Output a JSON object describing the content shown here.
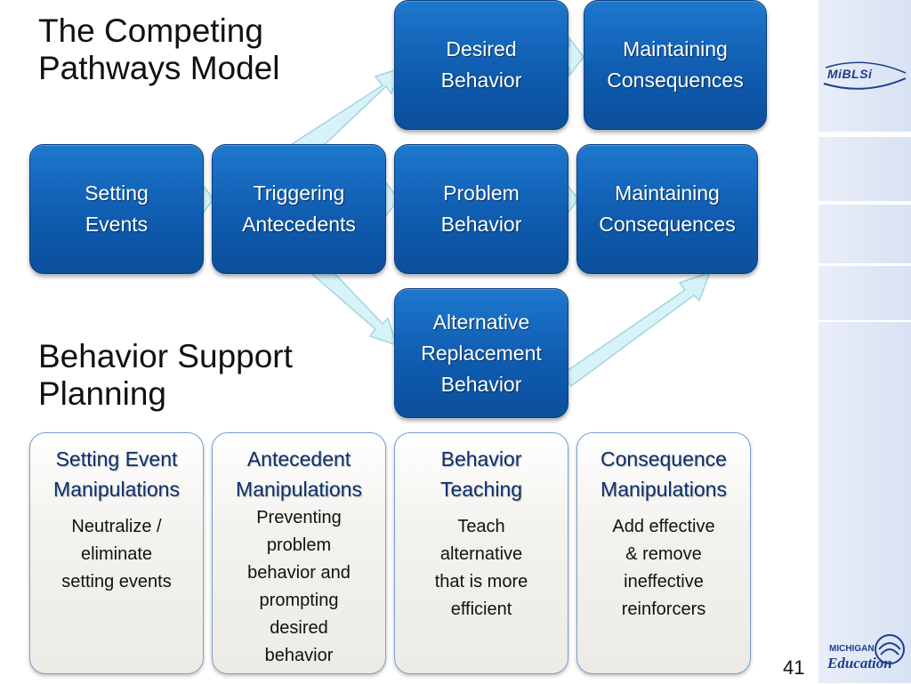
{
  "title": {
    "line1": "The Competing",
    "line2": "Pathways Model"
  },
  "subtitle": {
    "line1": "Behavior Support",
    "line2": "Planning"
  },
  "boxes": {
    "desired": {
      "line1": "Desired",
      "line2": "Behavior"
    },
    "maintaining_top": {
      "line1": "Maintaining",
      "line2": "Consequences"
    },
    "setting": {
      "line1": "Setting",
      "line2": "Events"
    },
    "triggering": {
      "line1": "Triggering",
      "line2": "Antecedents"
    },
    "problem": {
      "line1": "Problem",
      "line2": "Behavior"
    },
    "maintaining_mid": {
      "line1": "Maintaining",
      "line2": "Consequences"
    },
    "alternative": {
      "line1": "Alternative",
      "line2": "Replacement",
      "line3": "Behavior"
    }
  },
  "panels": [
    {
      "head": [
        "Setting Event",
        "Manipulations"
      ],
      "body": [
        "Neutralize /",
        "eliminate",
        "setting events"
      ]
    },
    {
      "head": [
        "Antecedent",
        "Manipulations"
      ],
      "body": [
        "Preventing",
        "problem",
        "behavior and",
        "prompting",
        "desired",
        "behavior"
      ]
    },
    {
      "head": [
        "Behavior",
        "Teaching"
      ],
      "body": [
        "Teach",
        "alternative",
        "that is more",
        "efficient"
      ]
    },
    {
      "head": [
        "Consequence",
        "Manipulations"
      ],
      "body": [
        "Add effective",
        "& remove",
        "ineffective",
        "reinforcers"
      ]
    }
  ],
  "page_number": "41",
  "logos": {
    "top": "MiBLSi",
    "bottom_small": "MICHIGAN",
    "bottom_big": "Education"
  },
  "colors": {
    "box_blue": "#1565c0",
    "arrow_fill": "#d7f3f7",
    "panel_head": "#0b2f6c"
  }
}
